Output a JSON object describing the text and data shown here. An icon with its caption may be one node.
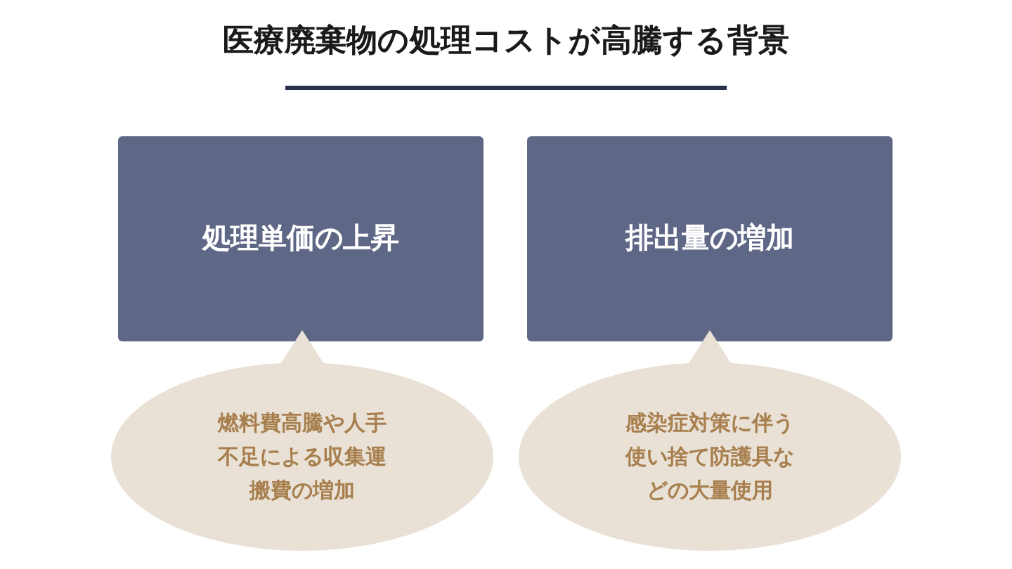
{
  "diagram": {
    "title": "医療廃棄物の処理コストが高騰する背景",
    "nodes": [
      {
        "text": [
          "処理単価の上昇"
        ]
      },
      {
        "text": [
          "排出量の増加"
        ]
      },
      {
        "text": [
          "燃料費高騰や人手不足による収集運搬費の増加"
        ]
      },
      {
        "text": [
          "感染症対策に伴う使い捨て防護具などの大量使用"
        ]
      }
    ]
  }
}
